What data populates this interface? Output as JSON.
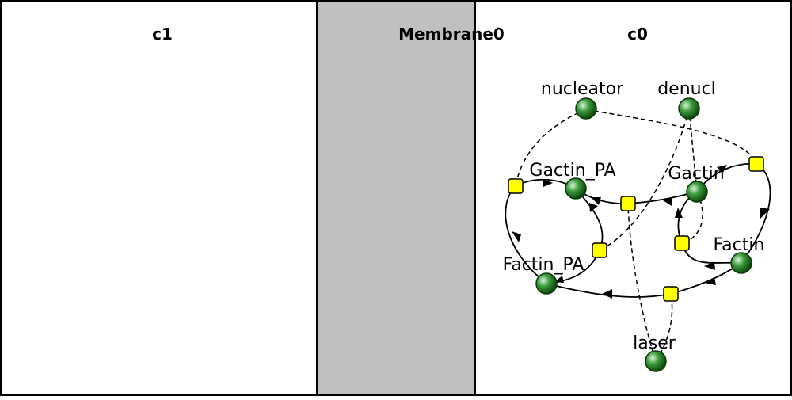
{
  "compartments": {
    "c1": {
      "title": "c1",
      "color": "#ffffff"
    },
    "membrane": {
      "title": "Membrane0",
      "color": "#c0c0c0"
    },
    "c0": {
      "title": "c0",
      "color": "#ffffff"
    }
  },
  "species": {
    "nucleator": "nucleator",
    "denucl": "denucl",
    "gactin_pa": "Gactin_PA",
    "gactin": "Gactin",
    "factin": "Factin",
    "factin_pa": "Factin_PA",
    "laser": "laser"
  },
  "colors": {
    "species_fill": "#1f7a1f",
    "species_highlight": "#d8f5d8",
    "reaction_fill": "#ffff00",
    "membrane_fill": "#c0c0c0"
  },
  "icons": {
    "species": "green-sphere-node",
    "reaction": "yellow-square-node"
  }
}
